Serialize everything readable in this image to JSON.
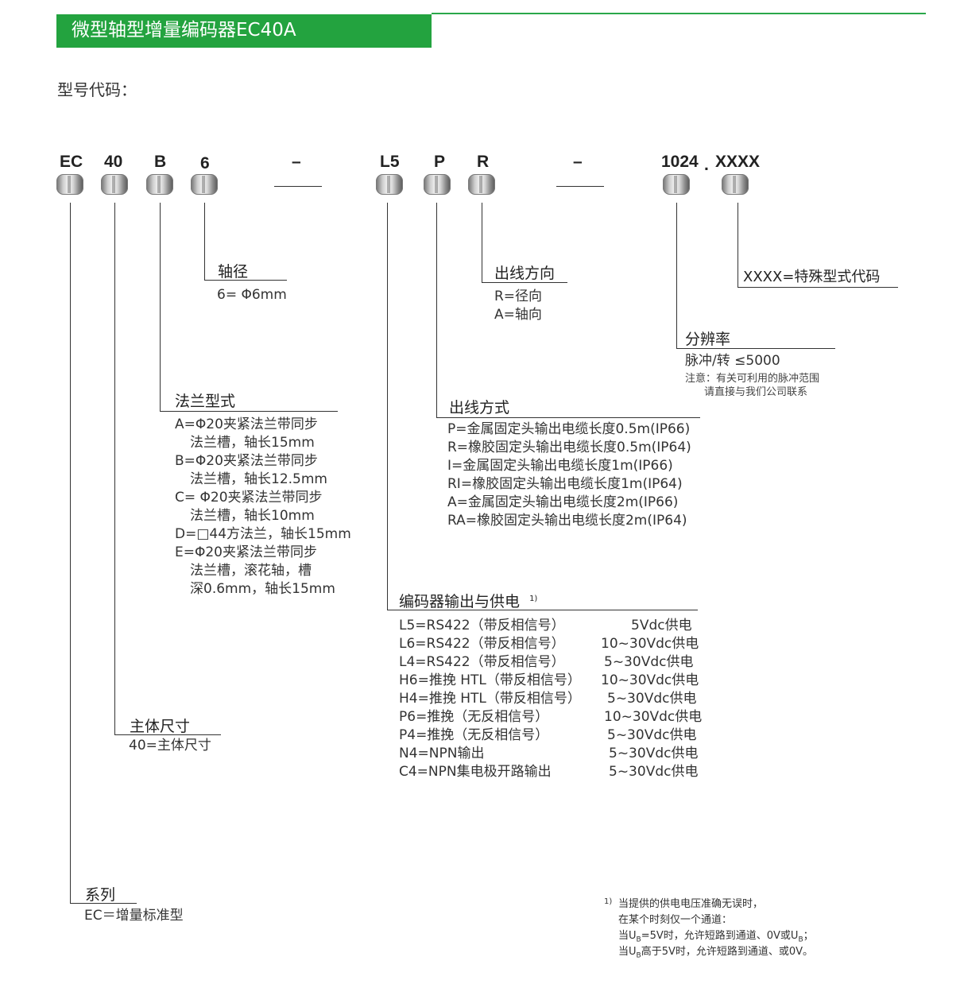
{
  "header": {
    "title": "微型轴型增量编码器EC40A"
  },
  "model_code_label": "型号代码：",
  "code": {
    "ec": "EC",
    "size": "40",
    "flange": "B",
    "shaft": "6",
    "dash1": "–",
    "output": "L5",
    "cable_type": "P",
    "cable_dir": "R",
    "dash2": "–",
    "resolution": "1024",
    "dot": ".",
    "special": "XXXX"
  },
  "shaft_diameter": {
    "heading": "轴径",
    "items": [
      "6= Φ6mm"
    ]
  },
  "cable_direction": {
    "heading": "出线方向",
    "items": [
      "R=径向",
      "A=轴向"
    ]
  },
  "special_code": {
    "heading": "XXXX=特殊型式代码"
  },
  "resolution": {
    "heading": "分辨率",
    "value": "脉冲/转 ≤5000",
    "note_lines": [
      "注意：有关可利用的脉冲范围",
      "请直接与我们公司联系"
    ]
  },
  "flange_type": {
    "heading": "法兰型式",
    "lines": [
      "A=Φ20夹紧法兰带同步",
      "  法兰槽，轴长15mm",
      "B=Φ20夹紧法兰带同步",
      "  法兰槽，轴长12.5mm",
      "C= Φ20夹紧法兰带同步",
      "  法兰槽，轴长10mm",
      "D=□44方法兰，轴长15mm",
      "E=Φ20夹紧法兰带同步",
      "  法兰槽，滚花轴，槽",
      "  深0.6mm，轴长15mm"
    ]
  },
  "cable_mode": {
    "heading": "出线方式",
    "lines": [
      "P=金属固定头输出电缆长度0.5m(IP66)",
      "R=橡胶固定头输出电缆长度0.5m(IP64)",
      "I=金属固定头输出电缆长度1m(IP66)",
      "RI=橡胶固定头输出电缆长度1m(IP64)",
      "A=金属固定头输出电缆长度2m(IP66)",
      "RA=橡胶固定头输出电缆长度2m(IP64)"
    ]
  },
  "encoder_output": {
    "heading": "编码器输出与供电",
    "heading_sup": "1)",
    "rows": [
      {
        "code": "L5=RS422（带反相信号）",
        "supply": "5Vdc供电"
      },
      {
        "code": "L6=RS422（带反相信号）",
        "supply": "10~30Vdc供电"
      },
      {
        "code": "L4=RS422（带反相信号）",
        "supply": "5~30Vdc供电"
      },
      {
        "code": "H6=推挽 HTL（带反相信号）",
        "supply": "10~30Vdc供电"
      },
      {
        "code": "H4=推挽 HTL（带反相信号）",
        "supply": "5~30Vdc供电"
      },
      {
        "code": "P6=推挽（无反相信号）",
        "supply": "10~30Vdc供电"
      },
      {
        "code": "P4=推挽（无反相信号）",
        "supply": "5~30Vdc供电"
      },
      {
        "code": "N4=NPN输出",
        "supply": "5~30Vdc供电"
      },
      {
        "code": "C4=NPN集电极开路输出",
        "supply": "5~30Vdc供电"
      }
    ]
  },
  "body_size": {
    "heading": "主体尺寸",
    "value": "40=主体尺寸"
  },
  "series": {
    "heading": "系列",
    "value": "EC＝增量标准型"
  },
  "footnote": {
    "marker": "1)",
    "line1": "当提供的供电电压准确无误时，",
    "line2": "在某个时刻仅一个通道：",
    "line3_a": "当U",
    "line3_sub": "B",
    "line3_b": "=5V时，允许短路到通道、0V或U",
    "line3_sub2": "B",
    "line3_c": "；",
    "line4_a": "当U",
    "line4_sub": "B",
    "line4_b": "高于5V时，允许短路到通道、或0V。"
  }
}
